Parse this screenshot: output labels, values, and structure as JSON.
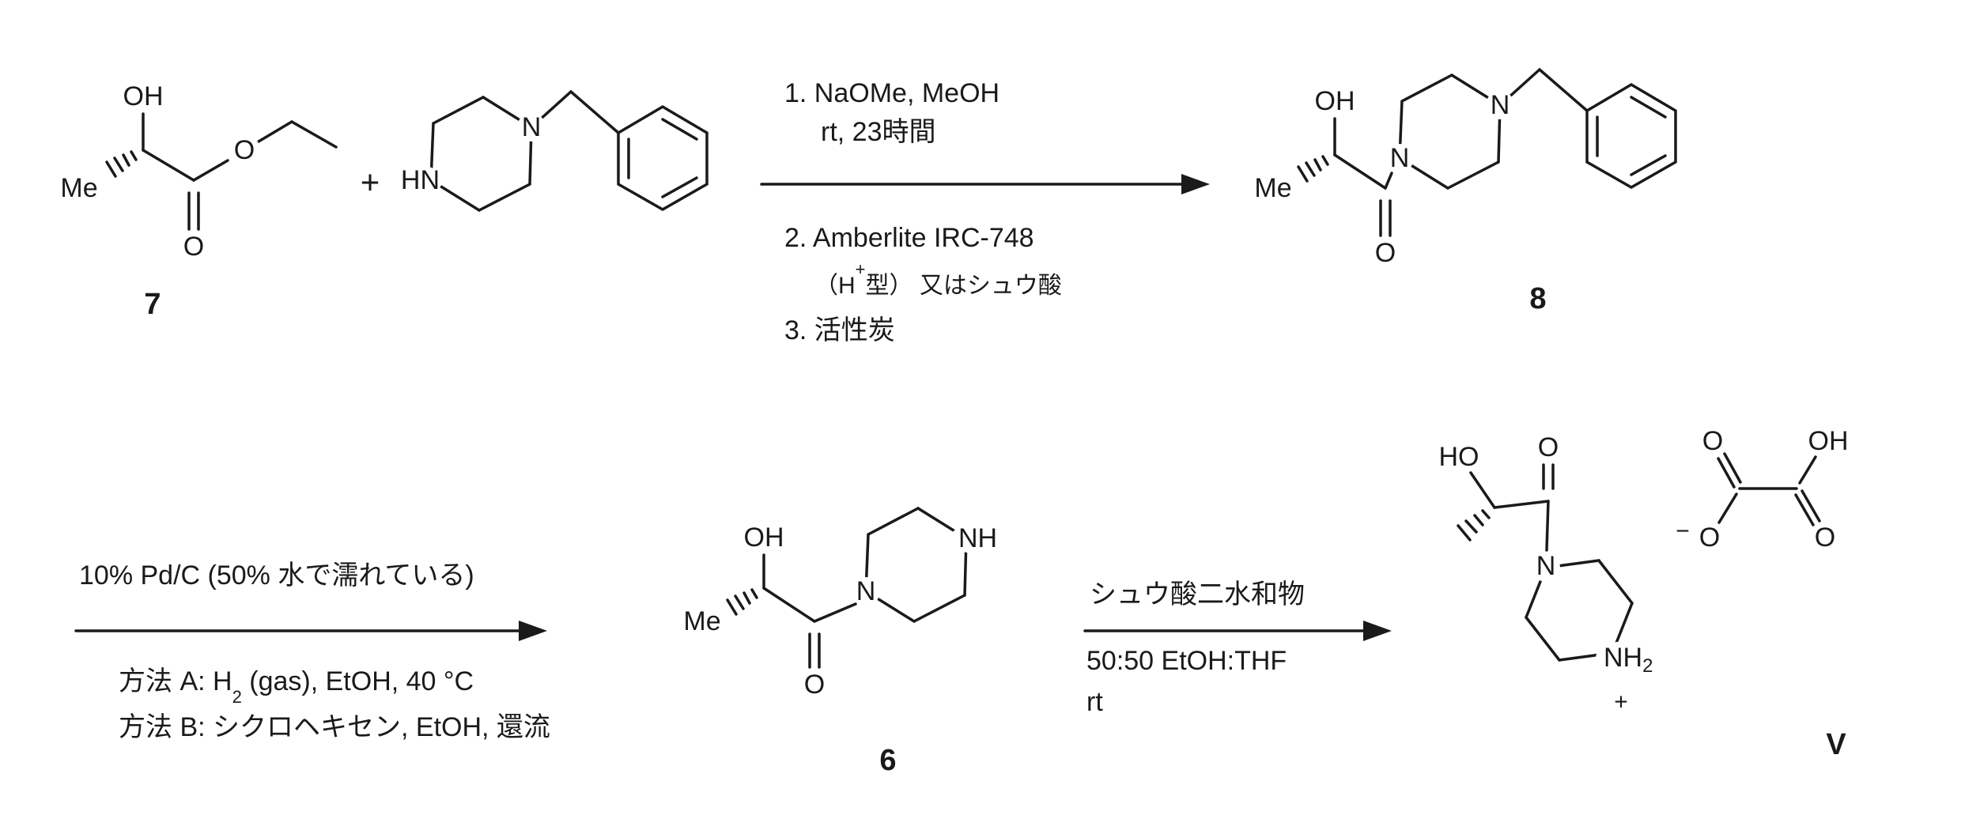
{
  "compounds": {
    "c7": {
      "oh": "OH",
      "me": "Me",
      "o_ester": "O",
      "o_carbonyl": "O",
      "label": "7"
    },
    "bp": {
      "hn": "HN",
      "n": "N"
    },
    "c8": {
      "oh": "OH",
      "me": "Me",
      "o": "O",
      "n1": "N",
      "n4": "N",
      "label": "8"
    },
    "c6": {
      "oh": "OH",
      "me": "Me",
      "o": "O",
      "n": "N",
      "nh": "NH",
      "label": "6"
    },
    "cv": {
      "ho": "HO",
      "o": "O",
      "n": "N",
      "nh": "NH",
      "nh_sub": "2",
      "charge": "+",
      "label": "V"
    },
    "ox": {
      "o_tl": "O",
      "oh_tr": "OH",
      "minus": "−",
      "o_bl": "O",
      "o_br": "O"
    }
  },
  "operators": {
    "plus": "+"
  },
  "arrow1": {
    "above1": "1.  NaOMe, MeOH",
    "above2": "rt, 23時間",
    "below1": "2.  Amberlite IRC-748",
    "below2_pre": "（H",
    "below2_sup": "+",
    "below2_post": "型） 又はシュウ酸",
    "below3": "3.  活性炭"
  },
  "arrow2": {
    "above": "10% Pd/C (50% 水で濡れている)",
    "methodA_pre": "方法 A: H",
    "methodA_sub": "2",
    "methodA_post": " (gas), EtOH, 40 °C",
    "methodB": "方法 B: シクロヘキセン, EtOH, 還流"
  },
  "arrow3": {
    "above": "シュウ酸二水和物",
    "below1": "50:50 EtOH:THF",
    "below2": "rt"
  }
}
